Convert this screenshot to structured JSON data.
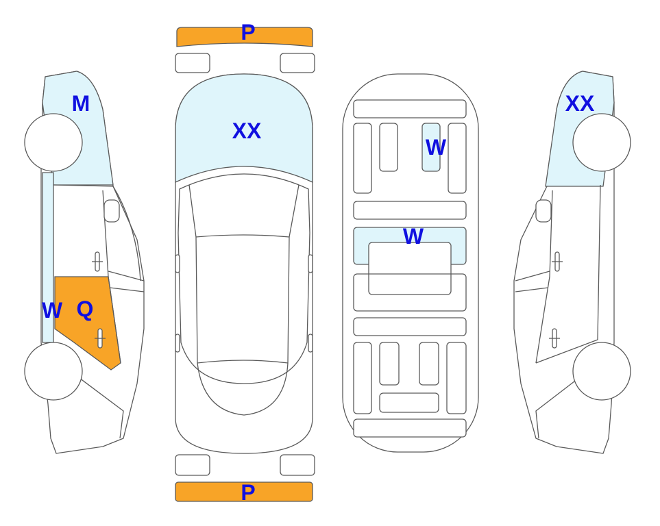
{
  "colors": {
    "outline": "#5a5a5a",
    "damage_fill": "#f8a427",
    "glass_fill": "#dff5fb",
    "label_color": "#1010e0",
    "background": "#ffffff"
  },
  "labels": {
    "front_bumper": "P",
    "rear_bumper": "P",
    "windshield": "XX",
    "left_rear_glass": "M",
    "left_rear_pillar": "W",
    "left_rear_door": "Q",
    "right_rear_glass": "XX",
    "interior_seat": "W",
    "interior_console": "W"
  }
}
